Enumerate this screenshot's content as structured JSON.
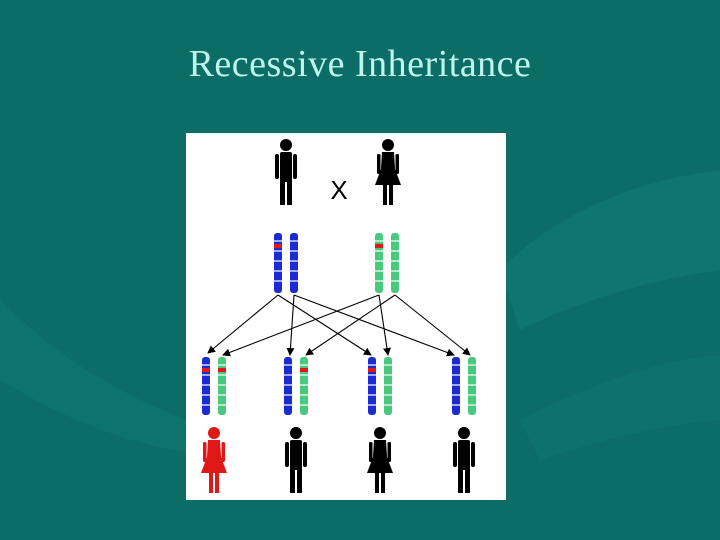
{
  "slide": {
    "title": "Recessive Inheritance",
    "cross_symbol": "X"
  },
  "colors": {
    "background": "#0b6d66",
    "title_text": "#bff4ee",
    "chromosome_parent_1": "#1b2bd1",
    "chromosome_parent_2": "#49c97f",
    "recessive_allele": "#e01818",
    "affected_figure": "#e01818",
    "unaffected_figure": "#000000"
  },
  "diagram": {
    "parents": [
      {
        "figure": "male",
        "affected": false,
        "chromosome_colors": [
          "blue",
          "blue"
        ],
        "recessive_allele": [
          true,
          false
        ]
      },
      {
        "figure": "female",
        "affected": false,
        "chromosome_colors": [
          "green",
          "green"
        ],
        "recessive_allele": [
          true,
          false
        ]
      }
    ],
    "children": [
      {
        "figure": "female",
        "affected": true,
        "chromosome_colors": [
          "blue",
          "green"
        ],
        "recessive_allele": [
          true,
          true
        ]
      },
      {
        "figure": "male",
        "affected": false,
        "chromosome_colors": [
          "blue",
          "green"
        ],
        "recessive_allele": [
          false,
          true
        ]
      },
      {
        "figure": "female",
        "affected": false,
        "chromosome_colors": [
          "blue",
          "green"
        ],
        "recessive_allele": [
          true,
          false
        ]
      },
      {
        "figure": "male",
        "affected": false,
        "chromosome_colors": [
          "blue",
          "green"
        ],
        "recessive_allele": [
          false,
          false
        ]
      }
    ]
  }
}
